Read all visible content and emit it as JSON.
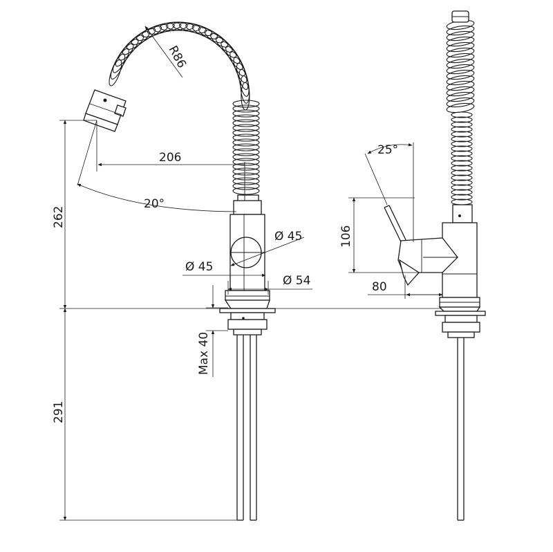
{
  "dimensions": {
    "radius": "R86",
    "spout_reach": "206",
    "swivel_angle": "20°",
    "body_diameter_front": "Ø 45",
    "base_diameter_inner": "Ø 45",
    "base_diameter_outer": "Ø 54",
    "deck_thickness": "Max 40",
    "height_above_deck": "262",
    "height_below_deck": "291",
    "lever_angle": "25°",
    "lever_height": "106",
    "lever_projection": "80"
  }
}
